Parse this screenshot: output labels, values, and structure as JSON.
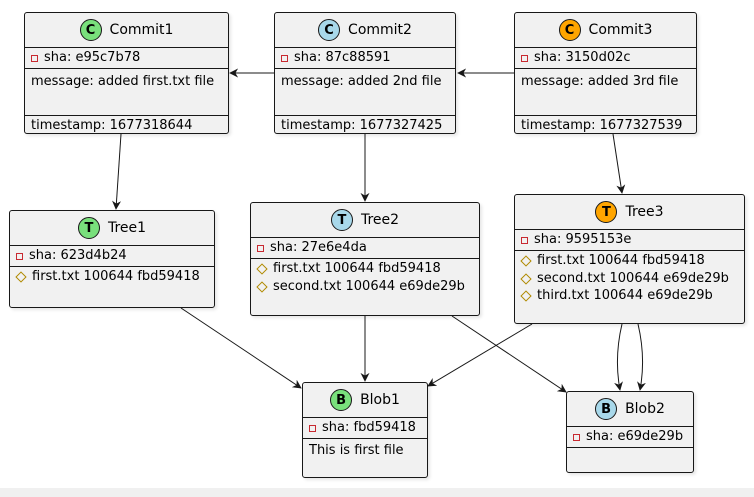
{
  "nodes": {
    "commit1": {
      "badge": "C",
      "name": "Commit1",
      "sha": "sha: e95c7b78",
      "message": "message: added first.txt file",
      "timestamp": "timestamp: 1677318644"
    },
    "commit2": {
      "badge": "C",
      "name": "Commit2",
      "sha": "sha: 87c88591",
      "message": "message: added 2nd file",
      "timestamp": "timestamp: 1677327425"
    },
    "commit3": {
      "badge": "C",
      "name": "Commit3",
      "sha": "sha: 3150d02c",
      "message": "message: added 3rd file",
      "timestamp": "timestamp: 1677327539"
    },
    "tree1": {
      "badge": "T",
      "name": "Tree1",
      "sha": "sha: 623d4b24",
      "entries": [
        "first.txt 100644 fbd59418"
      ]
    },
    "tree2": {
      "badge": "T",
      "name": "Tree2",
      "sha": "sha: 27e6e4da",
      "entries": [
        "first.txt 100644 fbd59418",
        "second.txt 100644 e69de29b"
      ]
    },
    "tree3": {
      "badge": "T",
      "name": "Tree3",
      "sha": "sha: 9595153e",
      "entries": [
        "first.txt 100644 fbd59418",
        "second.txt 100644 e69de29b",
        "third.txt 100644 e69de29b"
      ]
    },
    "blob1": {
      "badge": "B",
      "name": "Blob1",
      "sha": "sha: fbd59418",
      "content": "This is first file"
    },
    "blob2": {
      "badge": "B",
      "name": "Blob2",
      "sha": "sha: e69de29b",
      "content": ""
    }
  },
  "colors": {
    "commit_badge": "#79e07c",
    "commit3_badge": "#ffa500",
    "tree_badge": "#79e07c",
    "tree2_badge": "#a8d8ea",
    "tree3_badge": "#ffa500",
    "blob_badge": "#79e07c",
    "blob2_badge": "#a8d8ea",
    "node_fill": "#f1f1f1",
    "border": "#181818"
  }
}
